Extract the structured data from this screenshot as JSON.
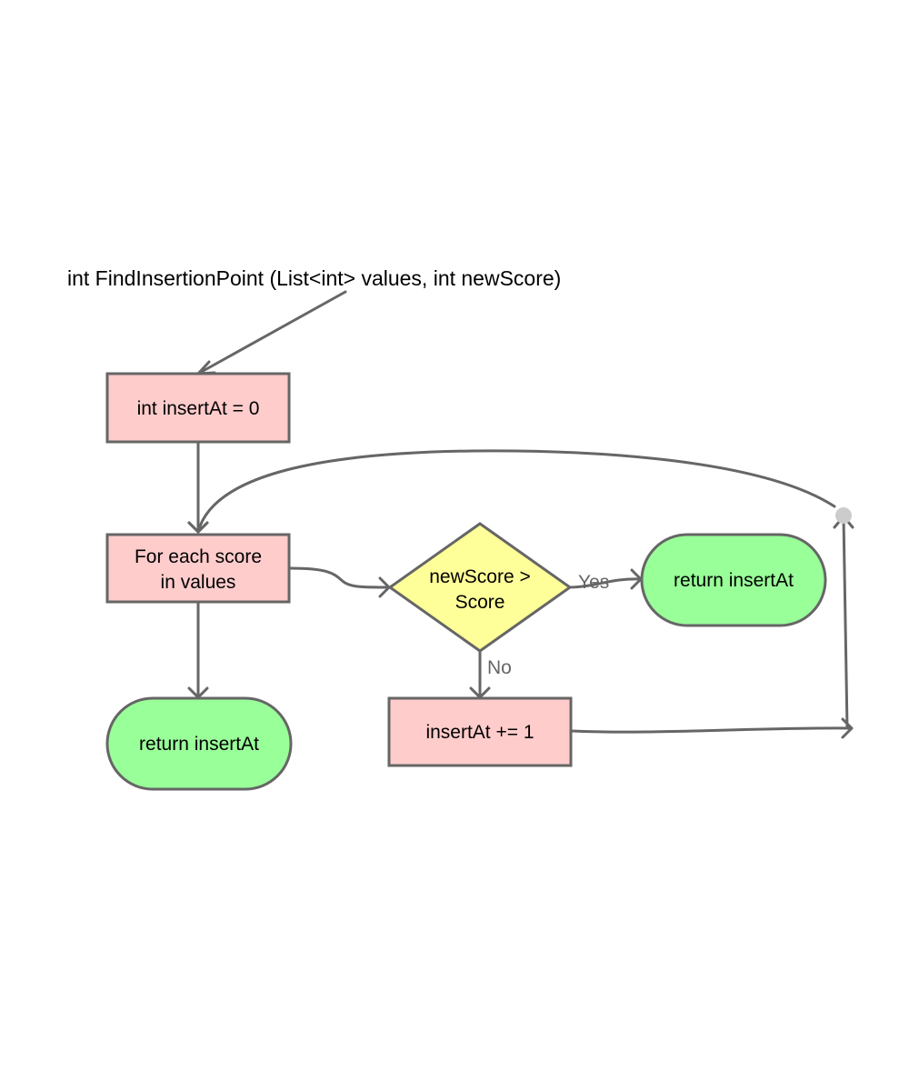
{
  "diagram": {
    "signature": "int FindInsertionPoint (List<int> values, int newScore)",
    "init": "int insertAt = 0",
    "loop": {
      "line1": "For each score",
      "line2": "in values"
    },
    "decision": {
      "line1": "newScore >",
      "line2": "Score"
    },
    "return_found": "return insertAt",
    "return_end": "return insertAt",
    "increment": "insertAt += 1",
    "labels": {
      "yes": "Yes",
      "no": "No"
    }
  },
  "colors": {
    "process_fill": "#ffcccc",
    "terminal_fill": "#99ff99",
    "decision_fill": "#ffff99",
    "stroke": "#666666",
    "junction": "#cccccc"
  }
}
